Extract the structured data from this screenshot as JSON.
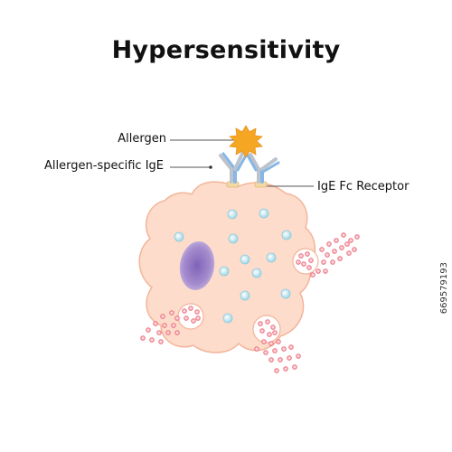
{
  "title": "Hypersensitivity",
  "labels": {
    "allergen": "Allergen",
    "allergen_specific_ige": "Allergen-specific IgE",
    "ige_fc_receptor": "IgE Fc Receptor"
  },
  "watermark": "669579193",
  "colors": {
    "cell_fill": "#fddccb",
    "cell_stroke": "#f3b49a",
    "nucleus": "#a58ccd",
    "granule": "#bfe6ef",
    "mediator": "#f07f8c",
    "allergen": "#f5a623",
    "antibody_blue": "#86b7e6",
    "antibody_gray": "#bcc3cc",
    "receptor": "#f3d9a3"
  },
  "icons": [
    "allergen-icon",
    "antibody-icon",
    "mast-cell-icon",
    "nucleus-icon",
    "granule-icon",
    "mediator-icon"
  ]
}
